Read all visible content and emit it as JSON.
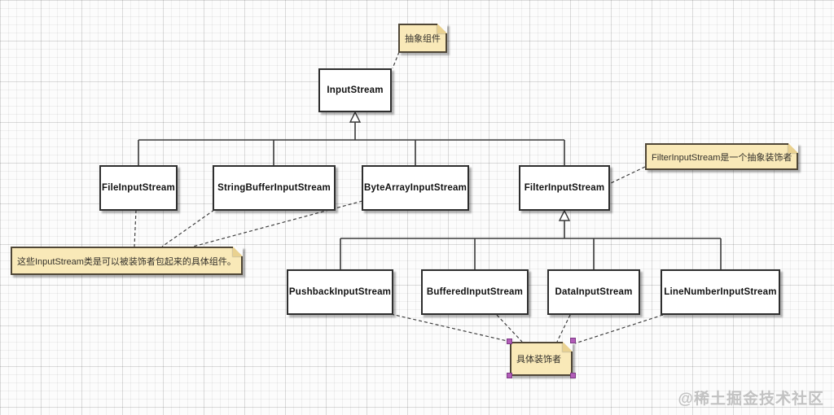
{
  "diagram": {
    "title": "InputStream decorator pattern class diagram",
    "classes": [
      {
        "id": "inputstream",
        "label": "InputStream"
      },
      {
        "id": "fileinputstream",
        "label": "FileInputStream"
      },
      {
        "id": "stringbufferinputstream",
        "label": "StringBufferInputStream"
      },
      {
        "id": "bytearrayinputstream",
        "label": "ByteArrayInputStream"
      },
      {
        "id": "filterinputstream",
        "label": "FilterInputStream"
      },
      {
        "id": "pushbackinputstream",
        "label": "PushbackInputStream"
      },
      {
        "id": "bufferedinputstream",
        "label": "BufferedInputStream"
      },
      {
        "id": "datainputstream",
        "label": "DataInputStream"
      },
      {
        "id": "linenumberinputstream",
        "label": "LineNumberInputStream"
      }
    ],
    "notes": [
      {
        "id": "abstract-component",
        "text": "抽象组件",
        "attached_to": "inputstream"
      },
      {
        "id": "abstract-decorator",
        "text": "FilterInputStream是一个抽象装饰者",
        "attached_to": "filterinputstream"
      },
      {
        "id": "concrete-components",
        "text": "这些InputStream类是可以被装饰者包起来的具体组件。",
        "attached_to": "fileinputstream, stringbufferinputstream, bytearrayinputstream"
      },
      {
        "id": "concrete-decorators",
        "text": "具体装饰者",
        "attached_to": "pushbackinputstream, bufferedinputstream, datainputstream, linenumberinputstream",
        "selected": true
      }
    ],
    "inheritance": [
      {
        "parent": "inputstream",
        "children": [
          "fileinputstream",
          "stringbufferinputstream",
          "bytearrayinputstream",
          "filterinputstream"
        ]
      },
      {
        "parent": "filterinputstream",
        "children": [
          "pushbackinputstream",
          "bufferedinputstream",
          "datainputstream",
          "linenumberinputstream"
        ]
      }
    ],
    "colors": {
      "note_fill": "#f9e9b8",
      "note_border": "#4f4636",
      "box_fill": "#ffffff",
      "box_border": "#2e2e2e",
      "edge": "#3a3a3a",
      "selection_handle": "#b25cb8",
      "watermark_gray": "#bcbcbc"
    },
    "watermark": "@稀土掘金技术社区"
  }
}
